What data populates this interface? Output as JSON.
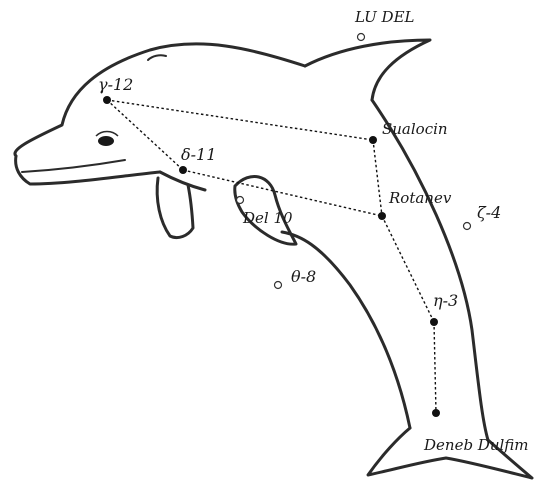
{
  "diagram": {
    "outline_color": "#2b2b2b",
    "line_color": "#111111",
    "stars": [
      {
        "id": "gamma-12",
        "label": "γ-12",
        "kind": "filled"
      },
      {
        "id": "delta-11",
        "label": "δ-11",
        "kind": "filled"
      },
      {
        "id": "sualocin",
        "label": "Sualocin",
        "kind": "filled"
      },
      {
        "id": "rotanev",
        "label": "Rotanev",
        "kind": "filled"
      },
      {
        "id": "eta-3",
        "label": "η-3",
        "kind": "filled"
      },
      {
        "id": "deneb-dulfim",
        "label": "Deneb Dulfim",
        "kind": "filled"
      },
      {
        "id": "lu-del",
        "label": "LU DEL",
        "kind": "hollow"
      },
      {
        "id": "del-10",
        "label": "Del 10",
        "kind": "hollow"
      },
      {
        "id": "zeta-4",
        "label": "ζ-4",
        "kind": "hollow"
      },
      {
        "id": "theta-8",
        "label": "θ-8",
        "kind": "hollow"
      }
    ],
    "links": [
      [
        "gamma-12",
        "sualocin"
      ],
      [
        "gamma-12",
        "delta-11"
      ],
      [
        "delta-11",
        "rotanev"
      ],
      [
        "sualocin",
        "rotanev"
      ],
      [
        "rotanev",
        "eta-3"
      ],
      [
        "eta-3",
        "deneb-dulfim"
      ]
    ]
  }
}
